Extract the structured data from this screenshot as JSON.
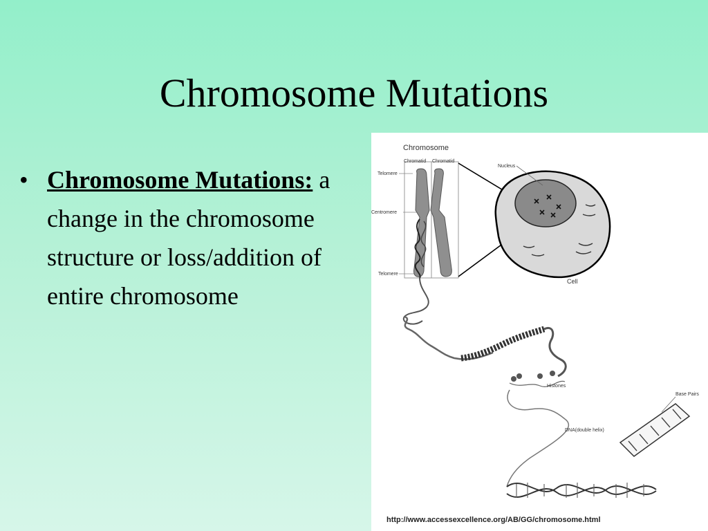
{
  "slide": {
    "title": "Chromosome Mutations",
    "bullet": {
      "marker": "•",
      "term": "Chromosome Mutations:",
      "definition": " a change in the chromosome structure or loss/addition of entire chromosome"
    }
  },
  "figure": {
    "heading": "Chromosome",
    "labels": {
      "chromatid_left": "Chromatid",
      "chromatid_right": "Chromatid",
      "telomere_top": "Telomere",
      "centromere": "Centromere",
      "telomere_bottom": "Telomere",
      "nucleus": "Nucleus",
      "cell": "Cell",
      "histones": "Histones",
      "base_pairs": "Base Pairs",
      "dna": "DNA(double helix)"
    },
    "source_url": "http://www.accessexcellence.org/AB/GG/chromosome.html"
  }
}
